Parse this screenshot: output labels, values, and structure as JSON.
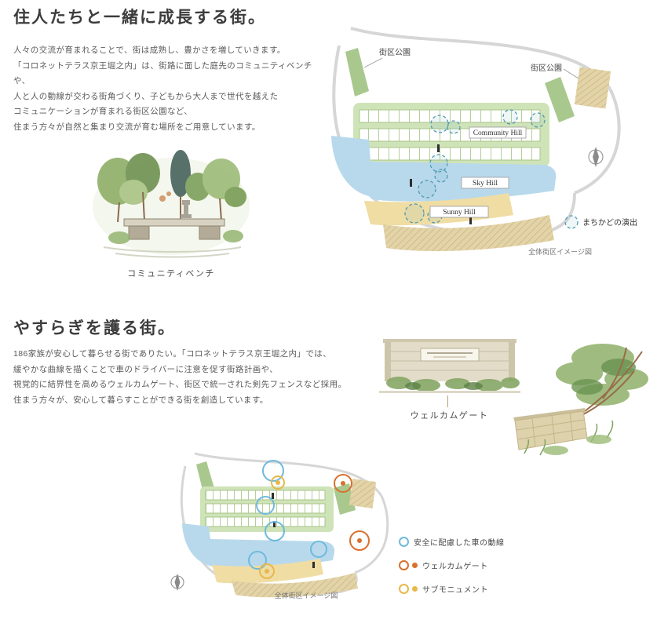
{
  "section1": {
    "title": "住人たちと一緒に成長する街。",
    "paragraph": [
      "人々の交流が育まれることで、街は成熟し、豊かさを増していきます。",
      "「コロネットテラス京王堀之内」は、街路に面した庭先のコミュニティベンチや、",
      "人と人の動線が交わる街角づくり、子どもから大人まで世代を越えた",
      "コミュニケーションが育まれる街区公園など、",
      "住まう方々が自然と集まり交流が育む場所をご用意しています。"
    ],
    "bench_caption": "コミュニティベンチ",
    "map": {
      "park_label_left": "街区公園",
      "park_label_right": "街区公園",
      "community_hill": "Community Hill",
      "sky_hill": "Sky Hill",
      "sunny_hill": "Sunny Hill",
      "legend_machikado": "まちかどの演出",
      "caption": "全体街区イメージ図"
    }
  },
  "section2": {
    "title": "やすらぎを護る街。",
    "paragraph": [
      "186家族が安心して暮らせる街でありたい。「コロネットテラス京王堀之内」では、",
      "緩やかな曲線を描くことで車のドライバーに注意を促す街路計画や、",
      "視覚的に結界性を高めるウェルカムゲート、街区で統一された剣先フェンスなど採用。",
      "住まう方々が、安心して暮らすことができる街を創造しています。"
    ],
    "gate_caption": "ウェルカムゲート",
    "map": {
      "caption": "全体街区イメージ図"
    },
    "legend": {
      "item1": "安全に配慮した車の動線",
      "item2": "ウェルカムゲート",
      "item3": "サブモニュメント"
    }
  },
  "colors": {
    "block_green": "#cfe3b8",
    "park_green": "#a9c88e",
    "water_blue": "#b8d9ec",
    "sunny_yellow": "#f0dda4",
    "hatch_tan": "#e3d3a8",
    "accent_teal": "#4f9ab0",
    "accent_blue": "#6fb9dc",
    "accent_orange": "#d9702c",
    "accent_yellow": "#e8b84b"
  }
}
